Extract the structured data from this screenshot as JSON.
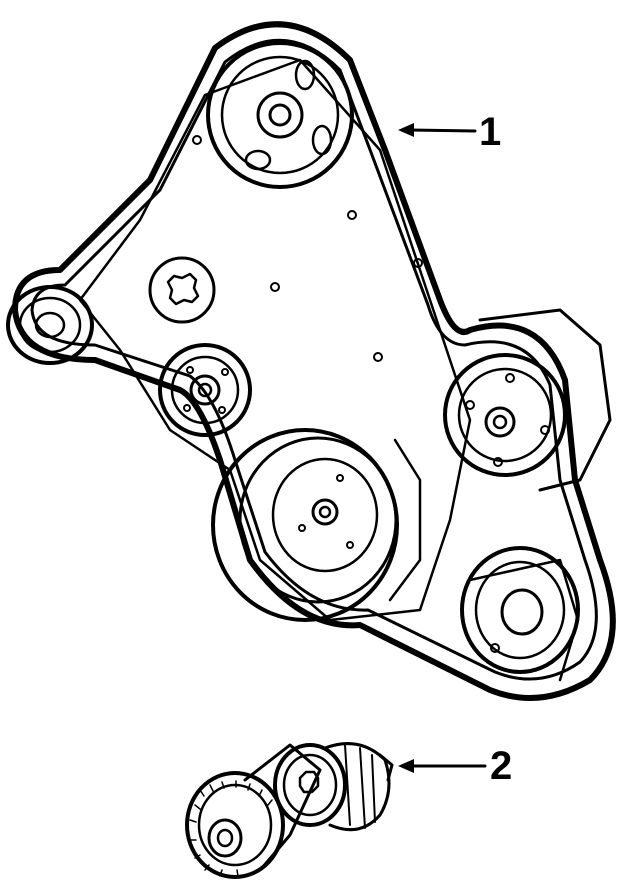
{
  "callouts": [
    {
      "label": "1",
      "part": "serpentine-belt"
    },
    {
      "label": "2",
      "part": "belt-tensioner"
    }
  ],
  "colors": {
    "line": "#000000",
    "background": "#ffffff"
  }
}
